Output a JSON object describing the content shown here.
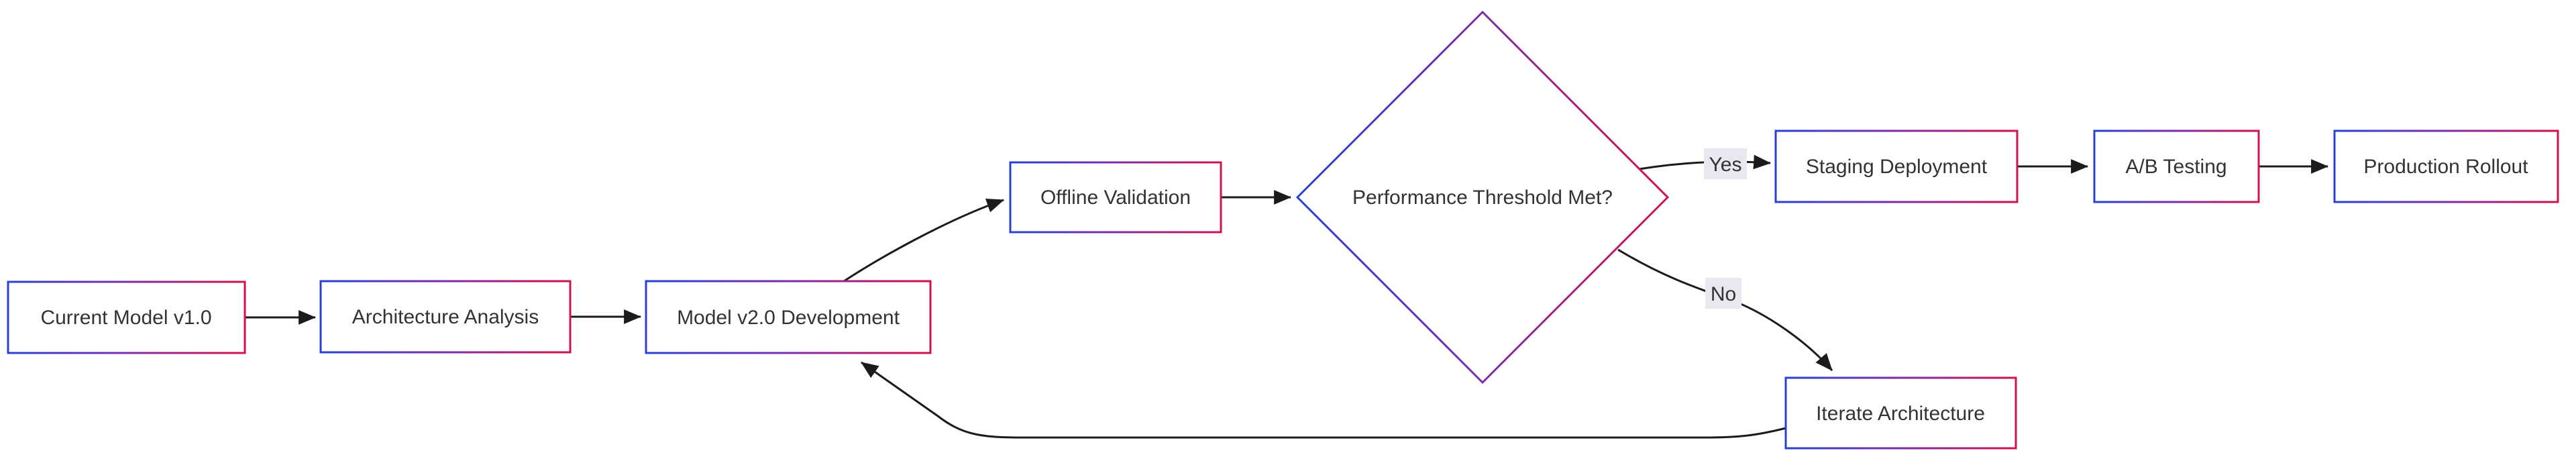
{
  "diagram": {
    "type": "flowchart",
    "background_color": "#ffffff",
    "edge_color": "#1b1b1b",
    "text_color": "#333333",
    "node_fill": "#ffffff",
    "edge_label_background": "#e8e8f0",
    "border_gradient": {
      "start": "#2741d2",
      "mid": "#7e2caa",
      "end": "#d2124e"
    },
    "nodes": [
      {
        "id": "current-model",
        "shape": "rect",
        "label": "Current Model v1.0"
      },
      {
        "id": "architecture-analysis",
        "shape": "rect",
        "label": "Architecture Analysis"
      },
      {
        "id": "model-v2-development",
        "shape": "rect",
        "label": "Model v2.0 Development"
      },
      {
        "id": "offline-validation",
        "shape": "rect",
        "label": "Offline Validation"
      },
      {
        "id": "performance-threshold",
        "shape": "diamond",
        "label": "Performance Threshold Met?"
      },
      {
        "id": "staging-deployment",
        "shape": "rect",
        "label": "Staging Deployment"
      },
      {
        "id": "ab-testing",
        "shape": "rect",
        "label": "A/B Testing"
      },
      {
        "id": "production-rollout",
        "shape": "rect",
        "label": "Production Rollout"
      },
      {
        "id": "iterate-architecture",
        "shape": "rect",
        "label": "Iterate Architecture"
      }
    ],
    "edges": [
      {
        "from": "current-model",
        "to": "architecture-analysis",
        "label": ""
      },
      {
        "from": "architecture-analysis",
        "to": "model-v2-development",
        "label": ""
      },
      {
        "from": "model-v2-development",
        "to": "offline-validation",
        "label": ""
      },
      {
        "from": "offline-validation",
        "to": "performance-threshold",
        "label": ""
      },
      {
        "from": "performance-threshold",
        "to": "staging-deployment",
        "label": "Yes"
      },
      {
        "from": "performance-threshold",
        "to": "iterate-architecture",
        "label": "No"
      },
      {
        "from": "staging-deployment",
        "to": "ab-testing",
        "label": ""
      },
      {
        "from": "ab-testing",
        "to": "production-rollout",
        "label": ""
      },
      {
        "from": "iterate-architecture",
        "to": "model-v2-development",
        "label": ""
      }
    ]
  }
}
